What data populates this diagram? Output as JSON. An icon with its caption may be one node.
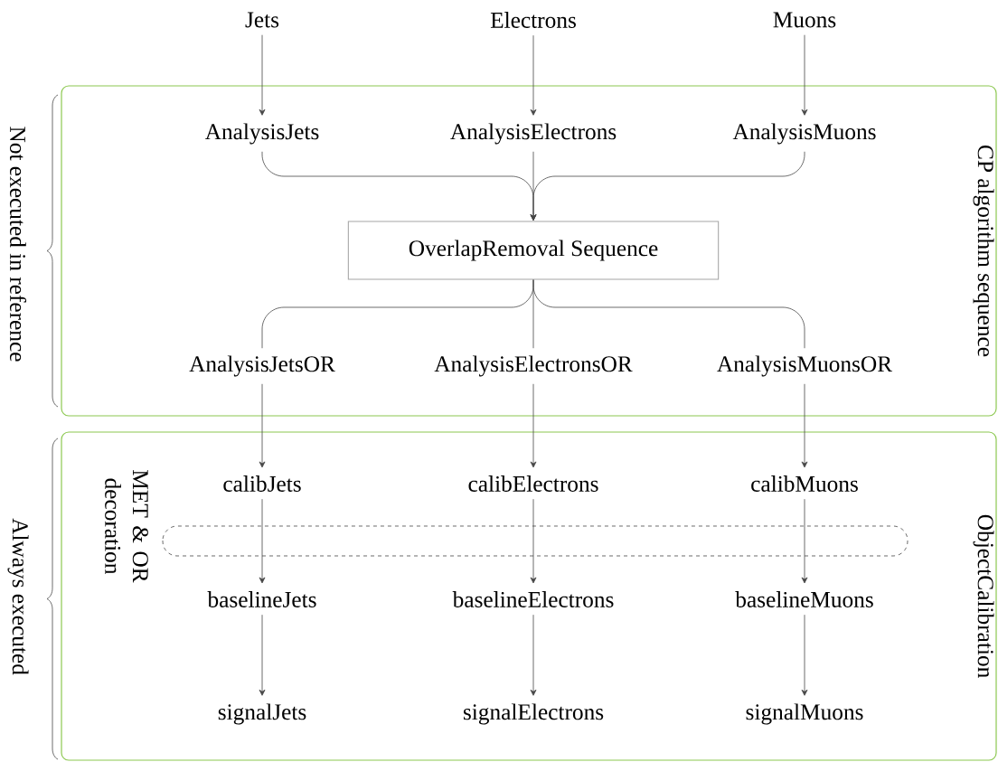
{
  "diagram": {
    "nodes": [
      {
        "text": [
          "Jets"
        ]
      },
      {
        "text": [
          "Electrons"
        ]
      },
      {
        "text": [
          "Muons"
        ]
      },
      {
        "text": [
          "CP algorithm sequence"
        ]
      },
      {
        "text": [
          "AnalysisJets"
        ],
        "in": 3
      },
      {
        "text": [
          "AnalysisElectrons"
        ],
        "in": 3
      },
      {
        "text": [
          "AnalysisMuons"
        ],
        "in": 3
      },
      {
        "text": [
          "OverlapRemoval Sequence"
        ],
        "in": 3
      },
      {
        "text": [
          "AnalysisJetsOR"
        ],
        "in": 3
      },
      {
        "text": [
          "AnalysisElectronsOR"
        ],
        "in": 3
      },
      {
        "text": [
          "AnalysisMuonsOR"
        ],
        "in": 3
      },
      {
        "text": [
          "ObjectCalibration"
        ]
      },
      {
        "text": [
          "calibJets"
        ],
        "in": 11
      },
      {
        "text": [
          "calibElectrons"
        ],
        "in": 11
      },
      {
        "text": [
          "calibMuons"
        ],
        "in": 11
      },
      {
        "text": [
          "baselineJets"
        ],
        "in": 11
      },
      {
        "text": [
          "baselineElectrons"
        ],
        "in": 11
      },
      {
        "text": [
          "baselineMuons"
        ],
        "in": 11
      },
      {
        "text": [
          "signalJets"
        ],
        "in": 11
      },
      {
        "text": [
          "signalElectrons"
        ],
        "in": 11
      },
      {
        "text": [
          "signalMuons"
        ],
        "in": 11
      }
    ],
    "edges": [
      {
        "from": 0,
        "to": 4,
        "arrow": "to"
      },
      {
        "from": 1,
        "to": 5,
        "arrow": "to"
      },
      {
        "from": 2,
        "to": 6,
        "arrow": "to"
      },
      {
        "from": 4,
        "to": 7,
        "arrow": "to"
      },
      {
        "from": 5,
        "to": 7,
        "arrow": "to"
      },
      {
        "from": 6,
        "to": 7,
        "arrow": "to"
      },
      {
        "from": 7,
        "to": 8,
        "arrow": "none"
      },
      {
        "from": 7,
        "to": 9,
        "arrow": "none"
      },
      {
        "from": 7,
        "to": 10,
        "arrow": "none"
      },
      {
        "from": 8,
        "to": 12,
        "arrow": "to"
      },
      {
        "from": 9,
        "to": 13,
        "arrow": "to"
      },
      {
        "from": 10,
        "to": 14,
        "arrow": "to"
      },
      {
        "from": 12,
        "to": 15,
        "arrow": "to"
      },
      {
        "from": 13,
        "to": 16,
        "arrow": "to"
      },
      {
        "from": 14,
        "to": 17,
        "arrow": "to"
      },
      {
        "from": 15,
        "to": 18,
        "arrow": "to"
      },
      {
        "from": 16,
        "to": 19,
        "arrow": "to"
      },
      {
        "from": 17,
        "to": 20,
        "arrow": "to"
      }
    ],
    "labels": [
      "Not executed in reference",
      "Always executed",
      "MET & OR decoration"
    ]
  }
}
